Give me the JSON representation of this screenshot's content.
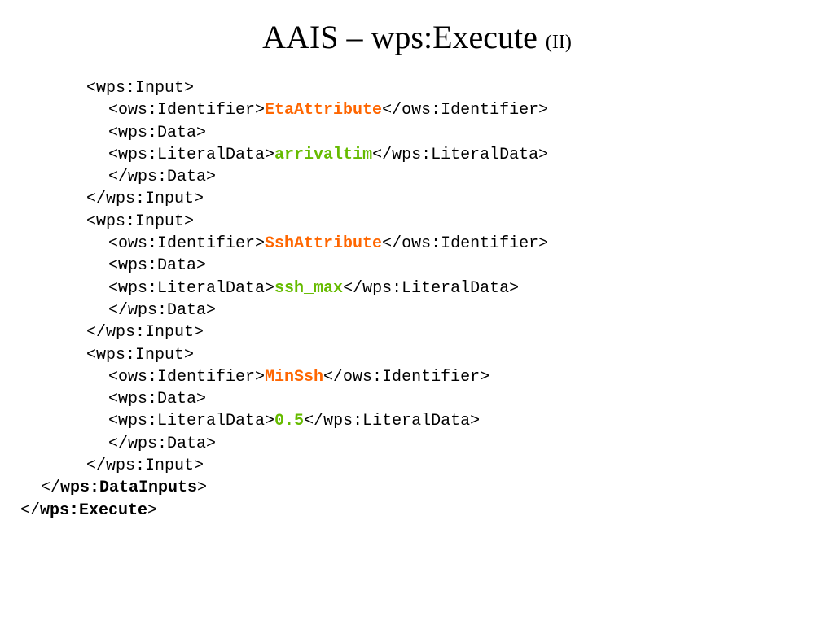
{
  "slide": {
    "title": "AAIS – wps:Execute",
    "title_suffix": "(II)"
  },
  "code": {
    "inputs": [
      {
        "open": "<wps:Input>",
        "identifier_open": "<ows:Identifier>",
        "identifier": "EtaAttribute",
        "identifier_close": "</ows:Identifier>",
        "data_open": "<wps:Data>",
        "literal_open": "<wps:LiteralData>",
        "literal": "arrivaltim",
        "literal_close": "</wps:LiteralData>",
        "data_close": "</wps:Data>",
        "close": "</wps:Input>"
      },
      {
        "open": "<wps:Input>",
        "identifier_open": "<ows:Identifier>",
        "identifier": "SshAttribute",
        "identifier_close": "</ows:Identifier>",
        "data_open": "<wps:Data>",
        "literal_open": "<wps:LiteralData>",
        "literal": "ssh_max",
        "literal_close": "</wps:LiteralData>",
        "data_close": "</wps:Data>",
        "close": "</wps:Input>"
      },
      {
        "open": "<wps:Input>",
        "identifier_open": "<ows:Identifier>",
        "identifier": "MinSsh",
        "identifier_close": "</ows:Identifier>",
        "data_open": "<wps:Data>",
        "literal_open": "<wps:LiteralData>",
        "literal": "0.5",
        "literal_close": "</wps:LiteralData>",
        "data_close": "</wps:Data>",
        "close": "</wps:Input>"
      }
    ],
    "datainputs_close": {
      "lt_slash": "</",
      "name": "wps:DataInputs",
      "gt": ">"
    },
    "execute_close": {
      "lt_slash": "</",
      "name": "wps:Execute",
      "gt": ">"
    }
  }
}
